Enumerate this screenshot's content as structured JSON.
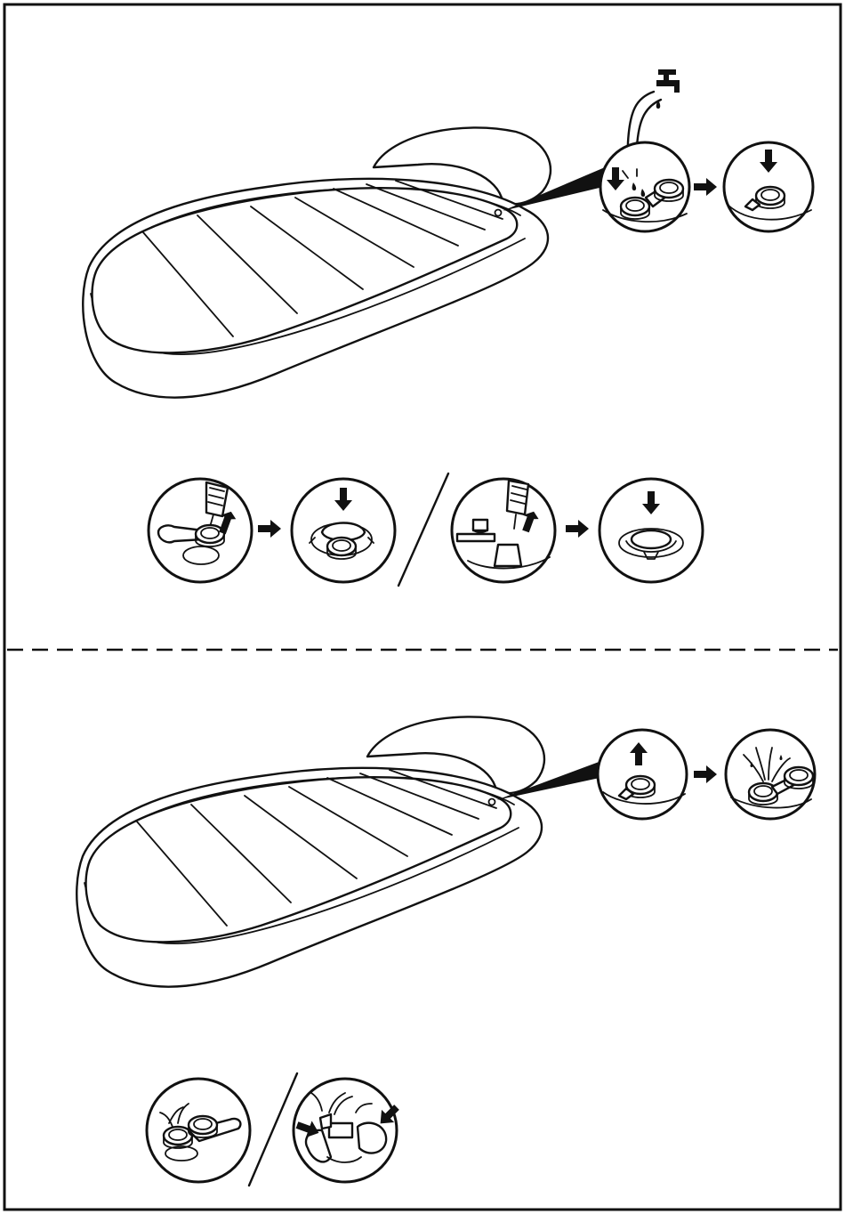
{
  "page": {
    "description_free": true,
    "sections": [
      {
        "name": "inflation",
        "steps": [
          "fill-with-water",
          "press-plug",
          "pump-valve-a",
          "close-valve-a",
          "pump-valve-b",
          "close-valve-b"
        ]
      },
      {
        "name": "deflation",
        "steps": [
          "open-plug",
          "release-water",
          "open-valve-a",
          "squeeze-valve-b"
        ]
      }
    ]
  },
  "colors": {
    "line": "#111111",
    "background": "#ffffff"
  },
  "icons": [
    "faucet-icon",
    "down-arrow-icon",
    "up-arrow-icon",
    "right-arrow-icon",
    "water-spray-icon",
    "air-pump-hose-icon",
    "finger-press-icon"
  ]
}
